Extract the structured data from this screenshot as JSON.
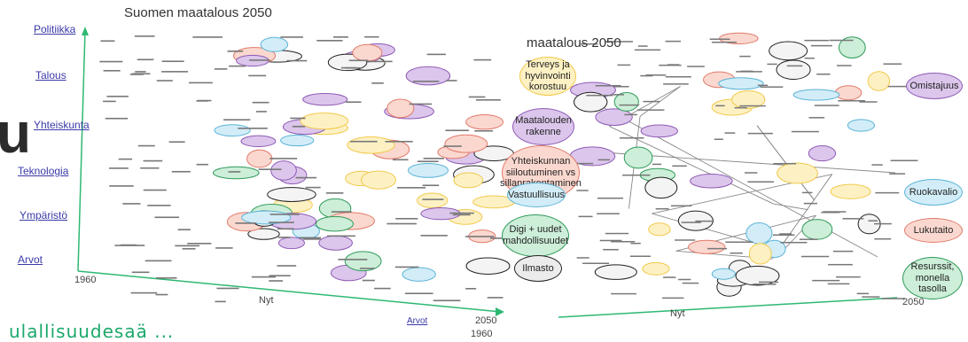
{
  "left_panel": {
    "title": "Suomen maatalous 2050",
    "row_labels": [
      "Politiikka",
      "Talous",
      "Yhteiskunta",
      "Teknologia",
      "Ympäristö",
      "Arvot"
    ],
    "axis_start": "1960",
    "axis_now": "Nyt",
    "axis_end": "2050",
    "big_letter": "u"
  },
  "right_panel": {
    "title": "maatalous 2050",
    "axis_now": "Nyt",
    "axis_end": "2050",
    "stray_year": "1960"
  },
  "legend_left": [
    {
      "label": "Terveys ja hyvinvointi korostuu",
      "color": "#f2c94c",
      "fill": "#fdf1c4"
    },
    {
      "label": "Maatalouden rakenne",
      "color": "#8e5bb5",
      "fill": "#dcc6ec"
    },
    {
      "label": "Yhteiskunnan siiloutuminen vs sillanrakentaminen",
      "color": "#e07a6a",
      "fill": "#fbd8cf"
    },
    {
      "label": "Vastuullisuus",
      "color": "#5bb3d6",
      "fill": "#d2edf8"
    },
    {
      "label": "Digi + uudet mahdollisuudet",
      "color": "#2e9a5a",
      "fill": "#cdeed8"
    },
    {
      "label": "Ilmasto",
      "color": "#222222",
      "fill": "#ececec"
    }
  ],
  "legend_right": [
    {
      "label": "Omistajuus",
      "color": "#8e5bb5",
      "fill": "#dcc6ec"
    },
    {
      "label": "Ruokavalio",
      "color": "#5bb3d6",
      "fill": "#d2edf8"
    },
    {
      "label": "Lukutaito",
      "color": "#e07a6a",
      "fill": "#fbd8cf"
    },
    {
      "label": "Resurssit, monella tasolla",
      "color": "#2e9a5a",
      "fill": "#cdeed8"
    }
  ],
  "colors": {
    "axis": "#2eb872",
    "yellow": "#f2c94c",
    "purple": "#8e5bb5",
    "red": "#e07a6a",
    "blue": "#5bb3d6",
    "green": "#2e9a5a",
    "black": "#222222"
  },
  "footer_text": "ulallisuudesaä ...",
  "anvu_text": "Arvot"
}
